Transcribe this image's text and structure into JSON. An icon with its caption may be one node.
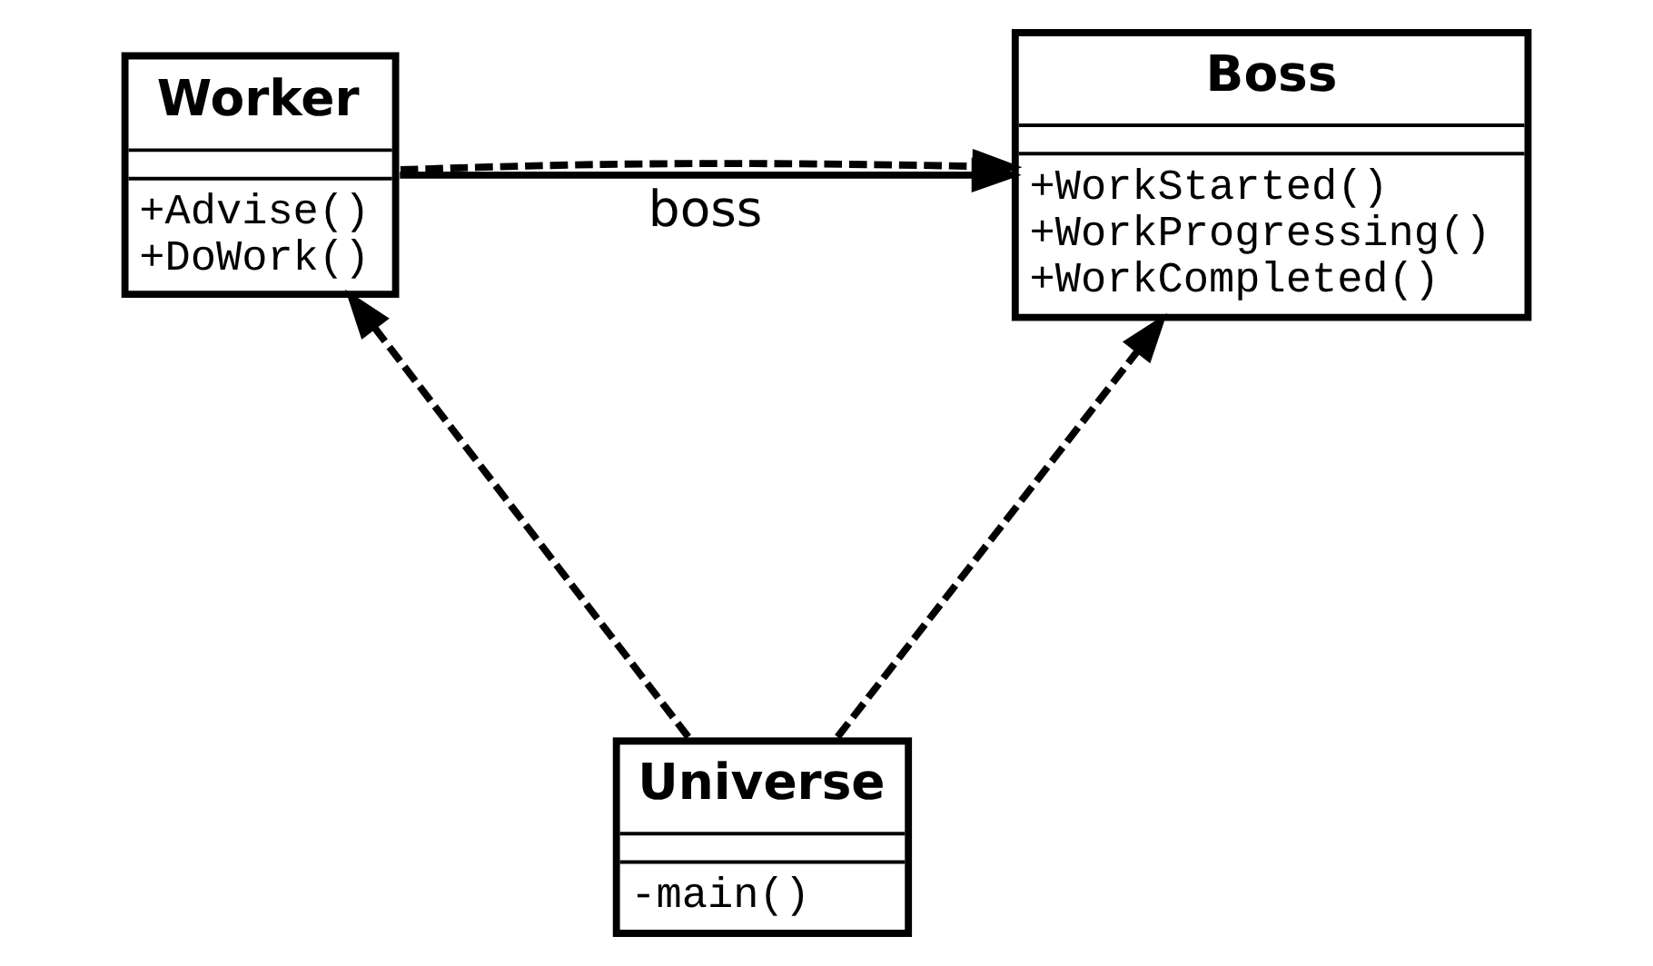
{
  "diagram": {
    "nodes": [
      {
        "text": [
          "Worker",
          "+Advise()",
          "+DoWork()"
        ]
      },
      {
        "text": [
          "Boss",
          "+WorkStarted()",
          "+WorkProgressing()",
          "+WorkCompleted()"
        ]
      },
      {
        "text": [
          "Universe",
          "-main()"
        ]
      }
    ],
    "edges": [
      {
        "from": 0,
        "to": 1,
        "arrow": "to",
        "label": "boss"
      },
      {
        "from": 0,
        "to": 1,
        "arrow": "to",
        "style": "dashed"
      },
      {
        "from": 2,
        "to": 0,
        "arrow": "to",
        "style": "dashed"
      },
      {
        "from": 2,
        "to": 1,
        "arrow": "to",
        "style": "dashed"
      }
    ]
  }
}
